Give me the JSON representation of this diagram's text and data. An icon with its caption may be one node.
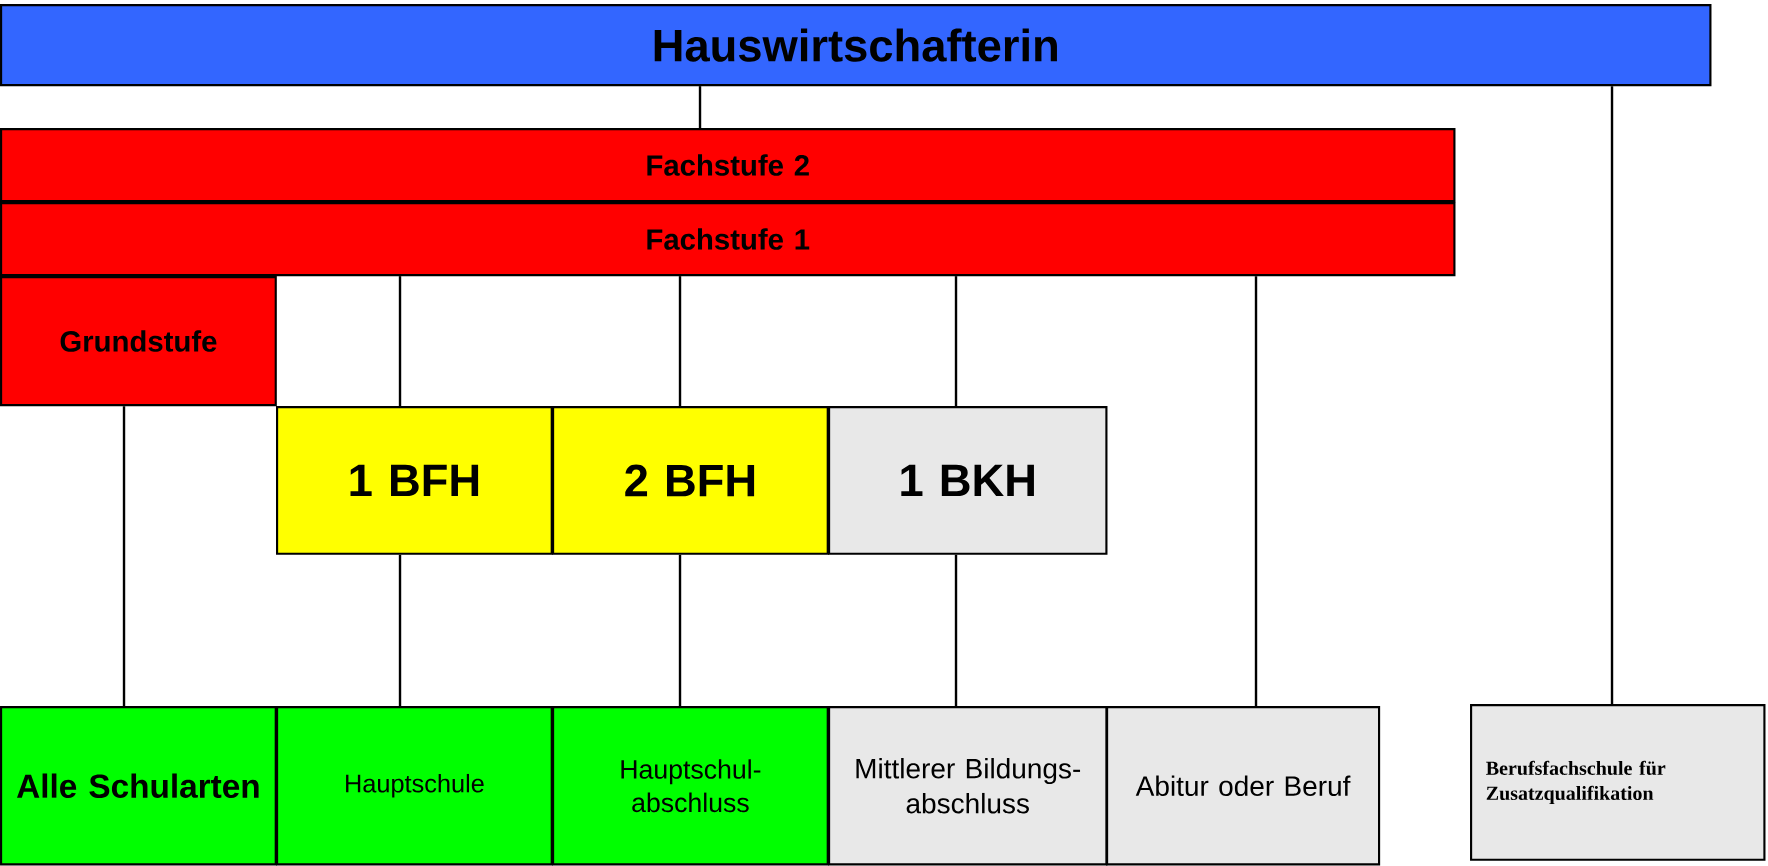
{
  "diagram": {
    "nodes": [
      {
        "text": [
          "Hauswirtschafterin"
        ]
      },
      {
        "text": [
          "Fachstufe 2"
        ]
      },
      {
        "text": [
          "Fachstufe 1"
        ]
      },
      {
        "text": [
          "Grundstufe"
        ]
      },
      {
        "text": [
          "1 BFH"
        ]
      },
      {
        "text": [
          "2 BFH"
        ]
      },
      {
        "text": [
          "1 BKH"
        ]
      },
      {
        "text": [
          "Alle Schularten"
        ]
      },
      {
        "text": [
          "Hauptschule"
        ]
      },
      {
        "text": [
          "Hauptschul- abschluss"
        ]
      },
      {
        "text": [
          "Mittlerer Bildungs- abschluss"
        ]
      },
      {
        "text": [
          "Abitur oder Beruf"
        ]
      },
      {
        "text": [
          "Berufsfachschule für Zusatzqualifikation"
        ]
      }
    ],
    "edges": [
      {
        "from": 1,
        "to": 0,
        "arrow": "none"
      },
      {
        "from": 12,
        "to": 0,
        "arrow": "none"
      },
      {
        "from": 11,
        "to": 2,
        "arrow": "none"
      },
      {
        "from": 7,
        "to": 3,
        "arrow": "none"
      },
      {
        "from": 8,
        "to": 4,
        "arrow": "none"
      },
      {
        "from": 4,
        "to": 2,
        "arrow": "none"
      },
      {
        "from": 9,
        "to": 5,
        "arrow": "none"
      },
      {
        "from": 5,
        "to": 2,
        "arrow": "none"
      },
      {
        "from": 10,
        "to": 6,
        "arrow": "none"
      },
      {
        "from": 6,
        "to": 2,
        "arrow": "none"
      }
    ]
  }
}
